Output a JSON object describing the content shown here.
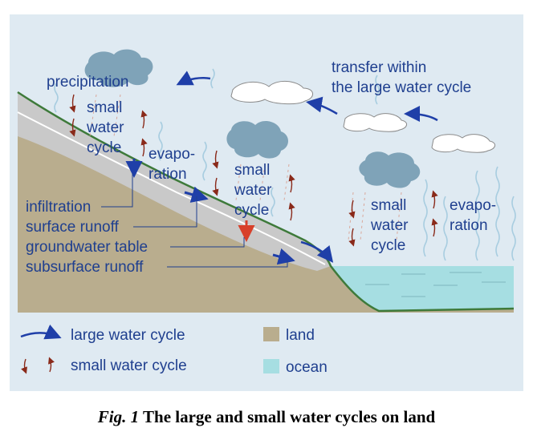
{
  "labels": {
    "precipitation": "precipitation",
    "transfer_line1": "transfer within",
    "transfer_line2": "the large water cycle",
    "evaporation_left_line1": "evapo-",
    "evaporation_left_line2": "ration",
    "evaporation_right_line1": "evapo-",
    "evaporation_right_line2": "ration",
    "small_cycle_word1": "small",
    "small_cycle_word2": "water",
    "small_cycle_word3": "cycle",
    "infiltration": "infiltration",
    "surface_runoff": "surface runoff",
    "groundwater_table": "groundwater table",
    "subsurface_runoff": "subsurface runoff"
  },
  "legend": {
    "large_cycle": "large water cycle",
    "small_cycle": "small water cycle",
    "land": "land",
    "ocean": "ocean"
  },
  "caption": {
    "fig_num": "Fig. 1",
    "text": " The large and small water cycles on land"
  },
  "colors": {
    "panel_bg": "#dfeaf2",
    "land": "#b9ad8e",
    "groundwater_band": "#c9c9c9",
    "ocean": "#a6dee2",
    "grass_line": "#3e7a3a",
    "cloud": "#7fa3b8",
    "large_arrow": "#1f3fa8",
    "small_arrow": "#8a2a1a",
    "label_text": "#1f3f8f",
    "wave": "#a8cde0"
  }
}
